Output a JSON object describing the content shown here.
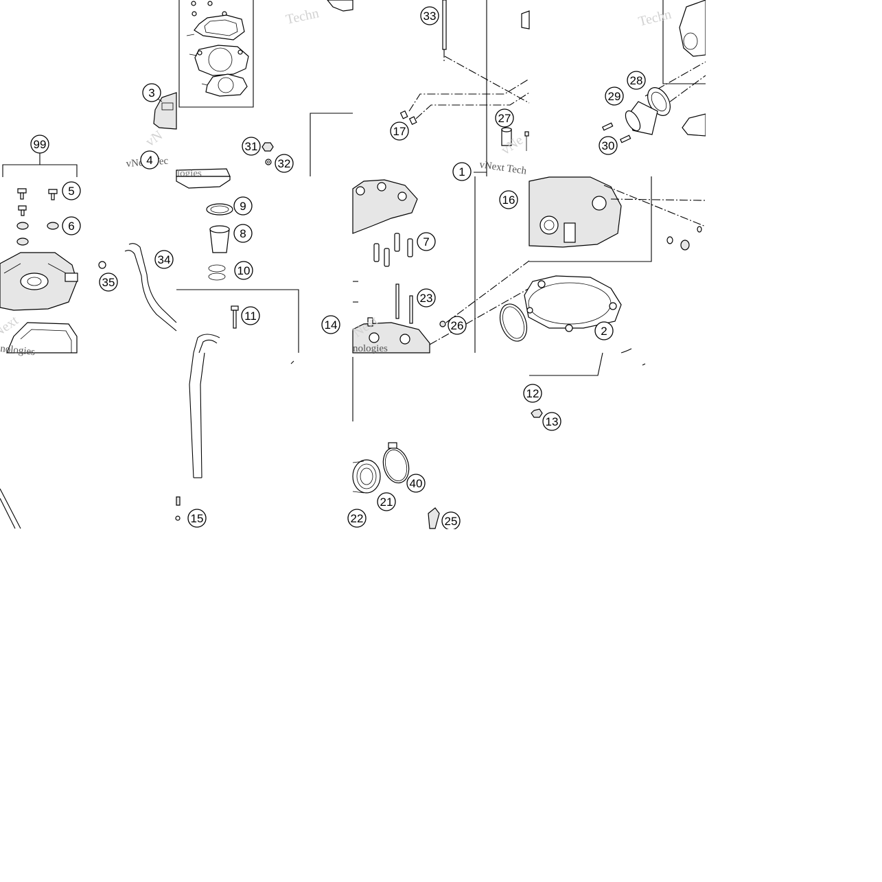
{
  "watermarks": {
    "text_tech": "Techn",
    "text_vnext": "vNext Tec",
    "text_vnext2": "vNext Tech",
    "text_nologies": "nologies",
    "text_logies": "logies",
    "text_next": "Next",
    "text_vne": "vNe",
    "text_vn": "vN"
  },
  "callouts": [
    {
      "label": "33"
    },
    {
      "label": "3"
    },
    {
      "label": "99"
    },
    {
      "label": "5"
    },
    {
      "label": "6"
    },
    {
      "label": "4"
    },
    {
      "label": "31"
    },
    {
      "label": "32"
    },
    {
      "label": "17"
    },
    {
      "label": "27"
    },
    {
      "label": "1"
    },
    {
      "label": "29"
    },
    {
      "label": "28"
    },
    {
      "label": "30"
    },
    {
      "label": "9"
    },
    {
      "label": "8"
    },
    {
      "label": "10"
    },
    {
      "label": "34"
    },
    {
      "label": "35"
    },
    {
      "label": "7"
    },
    {
      "label": "16"
    },
    {
      "label": "23"
    },
    {
      "label": "11"
    },
    {
      "label": "14"
    },
    {
      "label": "26"
    },
    {
      "label": "2"
    },
    {
      "label": "12"
    },
    {
      "label": "13"
    },
    {
      "label": "40"
    },
    {
      "label": "21"
    },
    {
      "label": "22"
    },
    {
      "label": "25"
    },
    {
      "label": "15"
    }
  ]
}
